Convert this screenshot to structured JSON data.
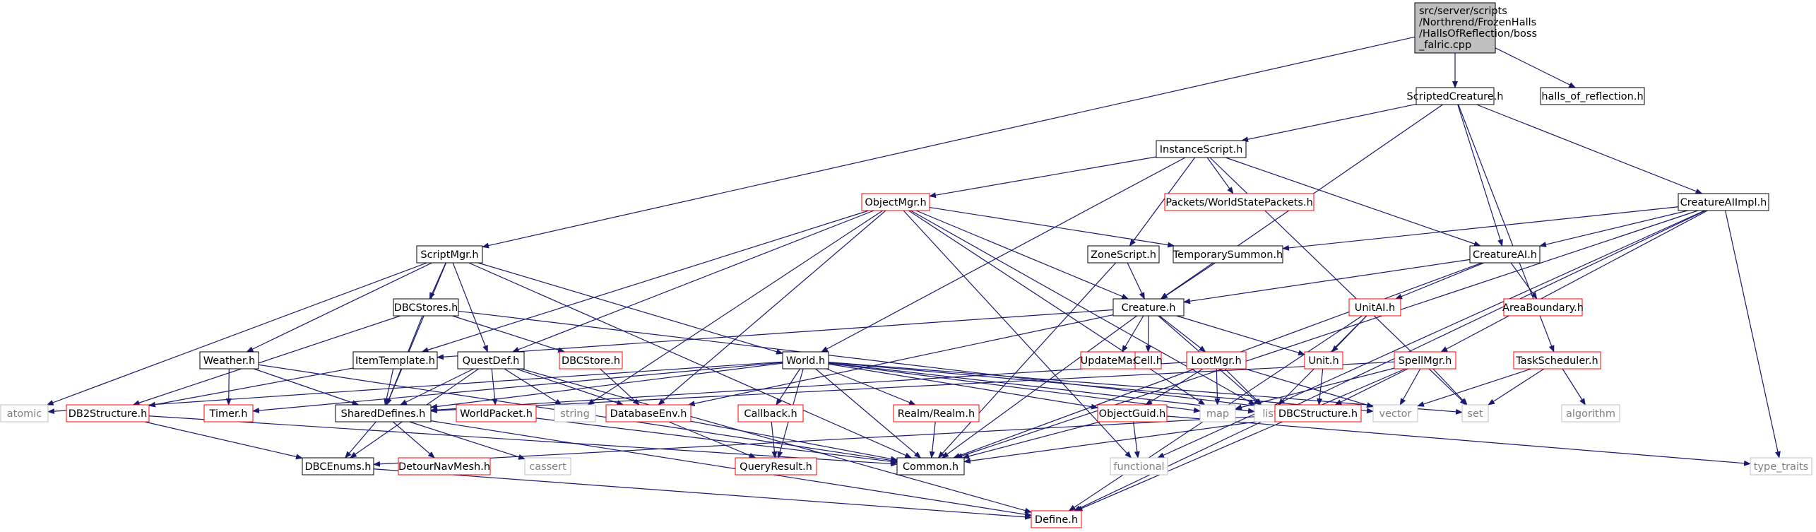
{
  "root": {
    "lines": [
      "src/server/scripts",
      "/Northrend/FrozenHalls",
      "/HallsOfReflection/boss",
      "_falric.cpp"
    ],
    "fill": "#bfbfbf"
  },
  "colors": {
    "edge": "#191970",
    "normal_border": "#000000",
    "missing_border": "#ff0000",
    "system_border": "#bfbfbf",
    "system_text": "#7f7f7f",
    "text": "#000000"
  },
  "nodes": [
    {
      "id": "scriptedcreature",
      "label": "ScriptedCreature.h",
      "kind": "normal"
    },
    {
      "id": "halls_of_reflection",
      "label": "halls_of_reflection.h",
      "kind": "normal"
    },
    {
      "id": "instancescript",
      "label": "InstanceScript.h",
      "kind": "normal"
    },
    {
      "id": "creatureaiimpl",
      "label": "CreatureAIImpl.h",
      "kind": "normal"
    },
    {
      "id": "objectmgr",
      "label": "ObjectMgr.h",
      "kind": "missing"
    },
    {
      "id": "packets_worldstate",
      "label": "Packets/WorldStatePackets.h",
      "kind": "missing"
    },
    {
      "id": "scriptmgr",
      "label": "ScriptMgr.h",
      "kind": "normal"
    },
    {
      "id": "zonescript",
      "label": "ZoneScript.h",
      "kind": "normal"
    },
    {
      "id": "temporarysummon",
      "label": "TemporarySummon.h",
      "kind": "normal"
    },
    {
      "id": "creatureai",
      "label": "CreatureAI.h",
      "kind": "normal"
    },
    {
      "id": "dbcstores",
      "label": "DBCStores.h",
      "kind": "normal"
    },
    {
      "id": "creature",
      "label": "Creature.h",
      "kind": "normal"
    },
    {
      "id": "unitai",
      "label": "UnitAI.h",
      "kind": "missing"
    },
    {
      "id": "areaboundary",
      "label": "AreaBoundary.h",
      "kind": "missing"
    },
    {
      "id": "weather",
      "label": "Weather.h",
      "kind": "normal"
    },
    {
      "id": "itemtemplate",
      "label": "ItemTemplate.h",
      "kind": "normal"
    },
    {
      "id": "questdef",
      "label": "QuestDef.h",
      "kind": "normal"
    },
    {
      "id": "dbcstore",
      "label": "DBCStore.h",
      "kind": "missing"
    },
    {
      "id": "world",
      "label": "World.h",
      "kind": "normal"
    },
    {
      "id": "updatemask",
      "label": "UpdateMask.h",
      "kind": "missing"
    },
    {
      "id": "cell",
      "label": "Cell.h",
      "kind": "missing"
    },
    {
      "id": "lootmgr",
      "label": "LootMgr.h",
      "kind": "missing"
    },
    {
      "id": "unit",
      "label": "Unit.h",
      "kind": "missing"
    },
    {
      "id": "spellmgr",
      "label": "SpellMgr.h",
      "kind": "missing"
    },
    {
      "id": "taskscheduler",
      "label": "TaskScheduler.h",
      "kind": "missing"
    },
    {
      "id": "atomic",
      "label": "atomic",
      "kind": "system"
    },
    {
      "id": "db2structure",
      "label": "DB2Structure.h",
      "kind": "missing"
    },
    {
      "id": "timer",
      "label": "Timer.h",
      "kind": "missing"
    },
    {
      "id": "shareddefines",
      "label": "SharedDefines.h",
      "kind": "normal"
    },
    {
      "id": "worldpacket",
      "label": "WorldPacket.h",
      "kind": "missing"
    },
    {
      "id": "string",
      "label": "string",
      "kind": "system"
    },
    {
      "id": "databaseenv",
      "label": "DatabaseEnv.h",
      "kind": "missing"
    },
    {
      "id": "callback",
      "label": "Callback.h",
      "kind": "missing"
    },
    {
      "id": "realm",
      "label": "Realm/Realm.h",
      "kind": "missing"
    },
    {
      "id": "objectguid",
      "label": "ObjectGuid.h",
      "kind": "missing"
    },
    {
      "id": "map",
      "label": "map",
      "kind": "system"
    },
    {
      "id": "list",
      "label": "list",
      "kind": "system"
    },
    {
      "id": "dbcstructure",
      "label": "DBCStructure.h",
      "kind": "missing"
    },
    {
      "id": "vector",
      "label": "vector",
      "kind": "system"
    },
    {
      "id": "set",
      "label": "set",
      "kind": "system"
    },
    {
      "id": "algorithm",
      "label": "algorithm",
      "kind": "system"
    },
    {
      "id": "dbcenums",
      "label": "DBCEnums.h",
      "kind": "normal"
    },
    {
      "id": "detournavmesh",
      "label": "DetourNavMesh.h",
      "kind": "missing"
    },
    {
      "id": "cassert",
      "label": "cassert",
      "kind": "system"
    },
    {
      "id": "queryresult",
      "label": "QueryResult.h",
      "kind": "missing"
    },
    {
      "id": "common",
      "label": "Common.h",
      "kind": "normal"
    },
    {
      "id": "functional",
      "label": "functional",
      "kind": "system"
    },
    {
      "id": "type_traits",
      "label": "type_traits",
      "kind": "system"
    },
    {
      "id": "define",
      "label": "Define.h",
      "kind": "missing"
    }
  ]
}
